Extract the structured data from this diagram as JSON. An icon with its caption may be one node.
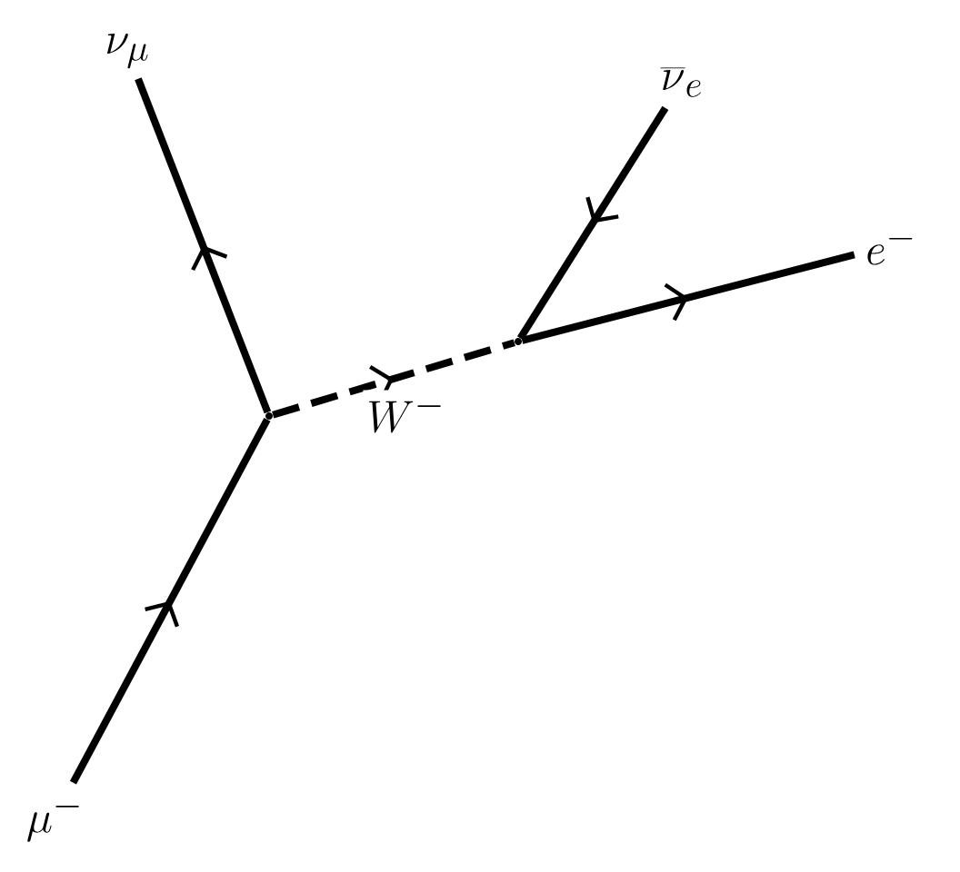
{
  "diagram": {
    "nodes": [
      {
        "text": [
          "\\mu^-"
        ]
      },
      {
        "text": [],
        "shape": "vertex"
      },
      {
        "text": [
          "\\nu_\\mu"
        ]
      },
      {
        "text": [],
        "shape": "vertex"
      },
      {
        "text": [
          "\\overline{\\nu}_e"
        ]
      },
      {
        "text": [
          "e^-"
        ]
      }
    ],
    "edges": [
      {
        "from": 0,
        "to": 1,
        "arrow": "to"
      },
      {
        "from": 1,
        "to": 2,
        "arrow": "to"
      },
      {
        "from": 1,
        "to": 3,
        "arrow": "to",
        "style": "dashed",
        "label": "W^-"
      },
      {
        "from": 4,
        "to": 3,
        "arrow": "to"
      },
      {
        "from": 3,
        "to": 5,
        "arrow": "to"
      }
    ]
  }
}
